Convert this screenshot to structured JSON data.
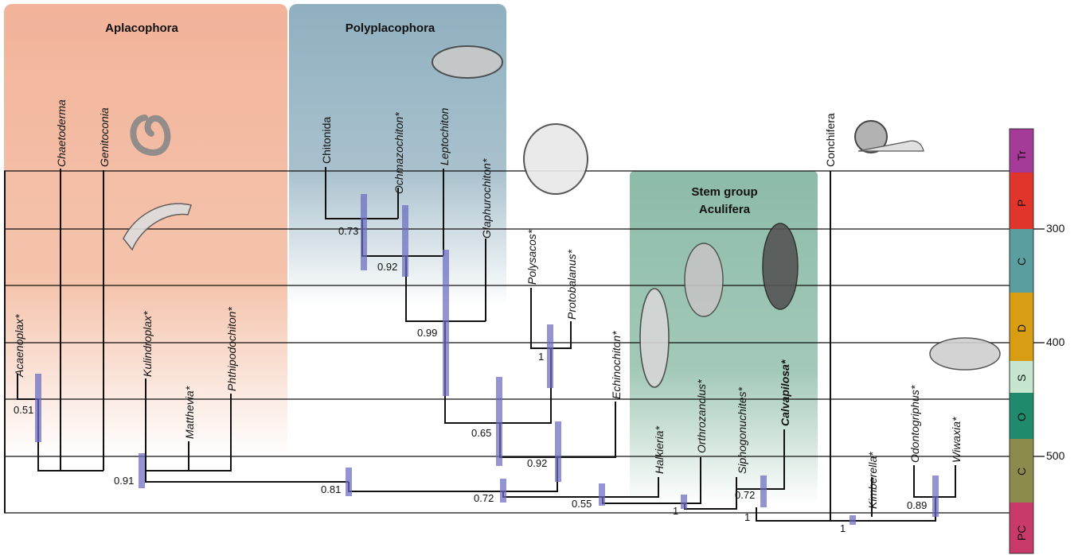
{
  "clades": {
    "aplacophora": "Aplacophora",
    "polyplacophora": "Polyplacophora",
    "stem_line1": "Stem group",
    "stem_line2": "Aculifera"
  },
  "periods": [
    {
      "label": "Tr",
      "color": "#a63a99"
    },
    {
      "label": "P",
      "color": "#e1342a"
    },
    {
      "label": "C",
      "color": "#5b9ea0"
    },
    {
      "label": "D",
      "color": "#d89d12"
    },
    {
      "label": "S",
      "color": "#c6e6cf"
    },
    {
      "label": "O",
      "color": "#1f8a6c"
    },
    {
      "label": "C",
      "color": "#8c8b4e"
    },
    {
      "label": "PC",
      "color": "#c93a6a"
    }
  ],
  "ages": [
    "300",
    "400",
    "500"
  ],
  "taxa": {
    "chaetoderma": "Chaetoderma",
    "genitoconia": "Genitoconia",
    "chitonida": "Chitonida",
    "ochmazochiton": "Ochmazochiton*",
    "leptochiton": "Leptochiton",
    "glaphurochiton": "Glaphurochiton*",
    "conchifera": "Conchifera",
    "polysacos": "Polysacos*",
    "protobalanus": "Protobalanus*",
    "echinochiton": "Echinochiton*",
    "acaenoplax": "Acaenoplax*",
    "kulindroplax": "Kulindroplax*",
    "phthipodochiton": "Phthipodochiton*",
    "matthevia": "Matthevia*",
    "halkieria": "Halkieria*",
    "orthrozanclus": "Orthrozanclus*",
    "siphogonuchites": "Siphogonuchites*",
    "calvapilosa": "Calvapilosa*",
    "kimberella": "Kimberella*",
    "odontogriphus": "Odontogriphus*",
    "wiwaxia": "Wiwaxia*"
  },
  "support": [
    "0.73",
    "0.92",
    "0.99",
    "1",
    "0.65",
    "0.92",
    "0.51",
    "0.91",
    "0.81",
    "0.72",
    "0.55",
    "1",
    "0.72",
    "1",
    "1",
    "0.89"
  ]
}
